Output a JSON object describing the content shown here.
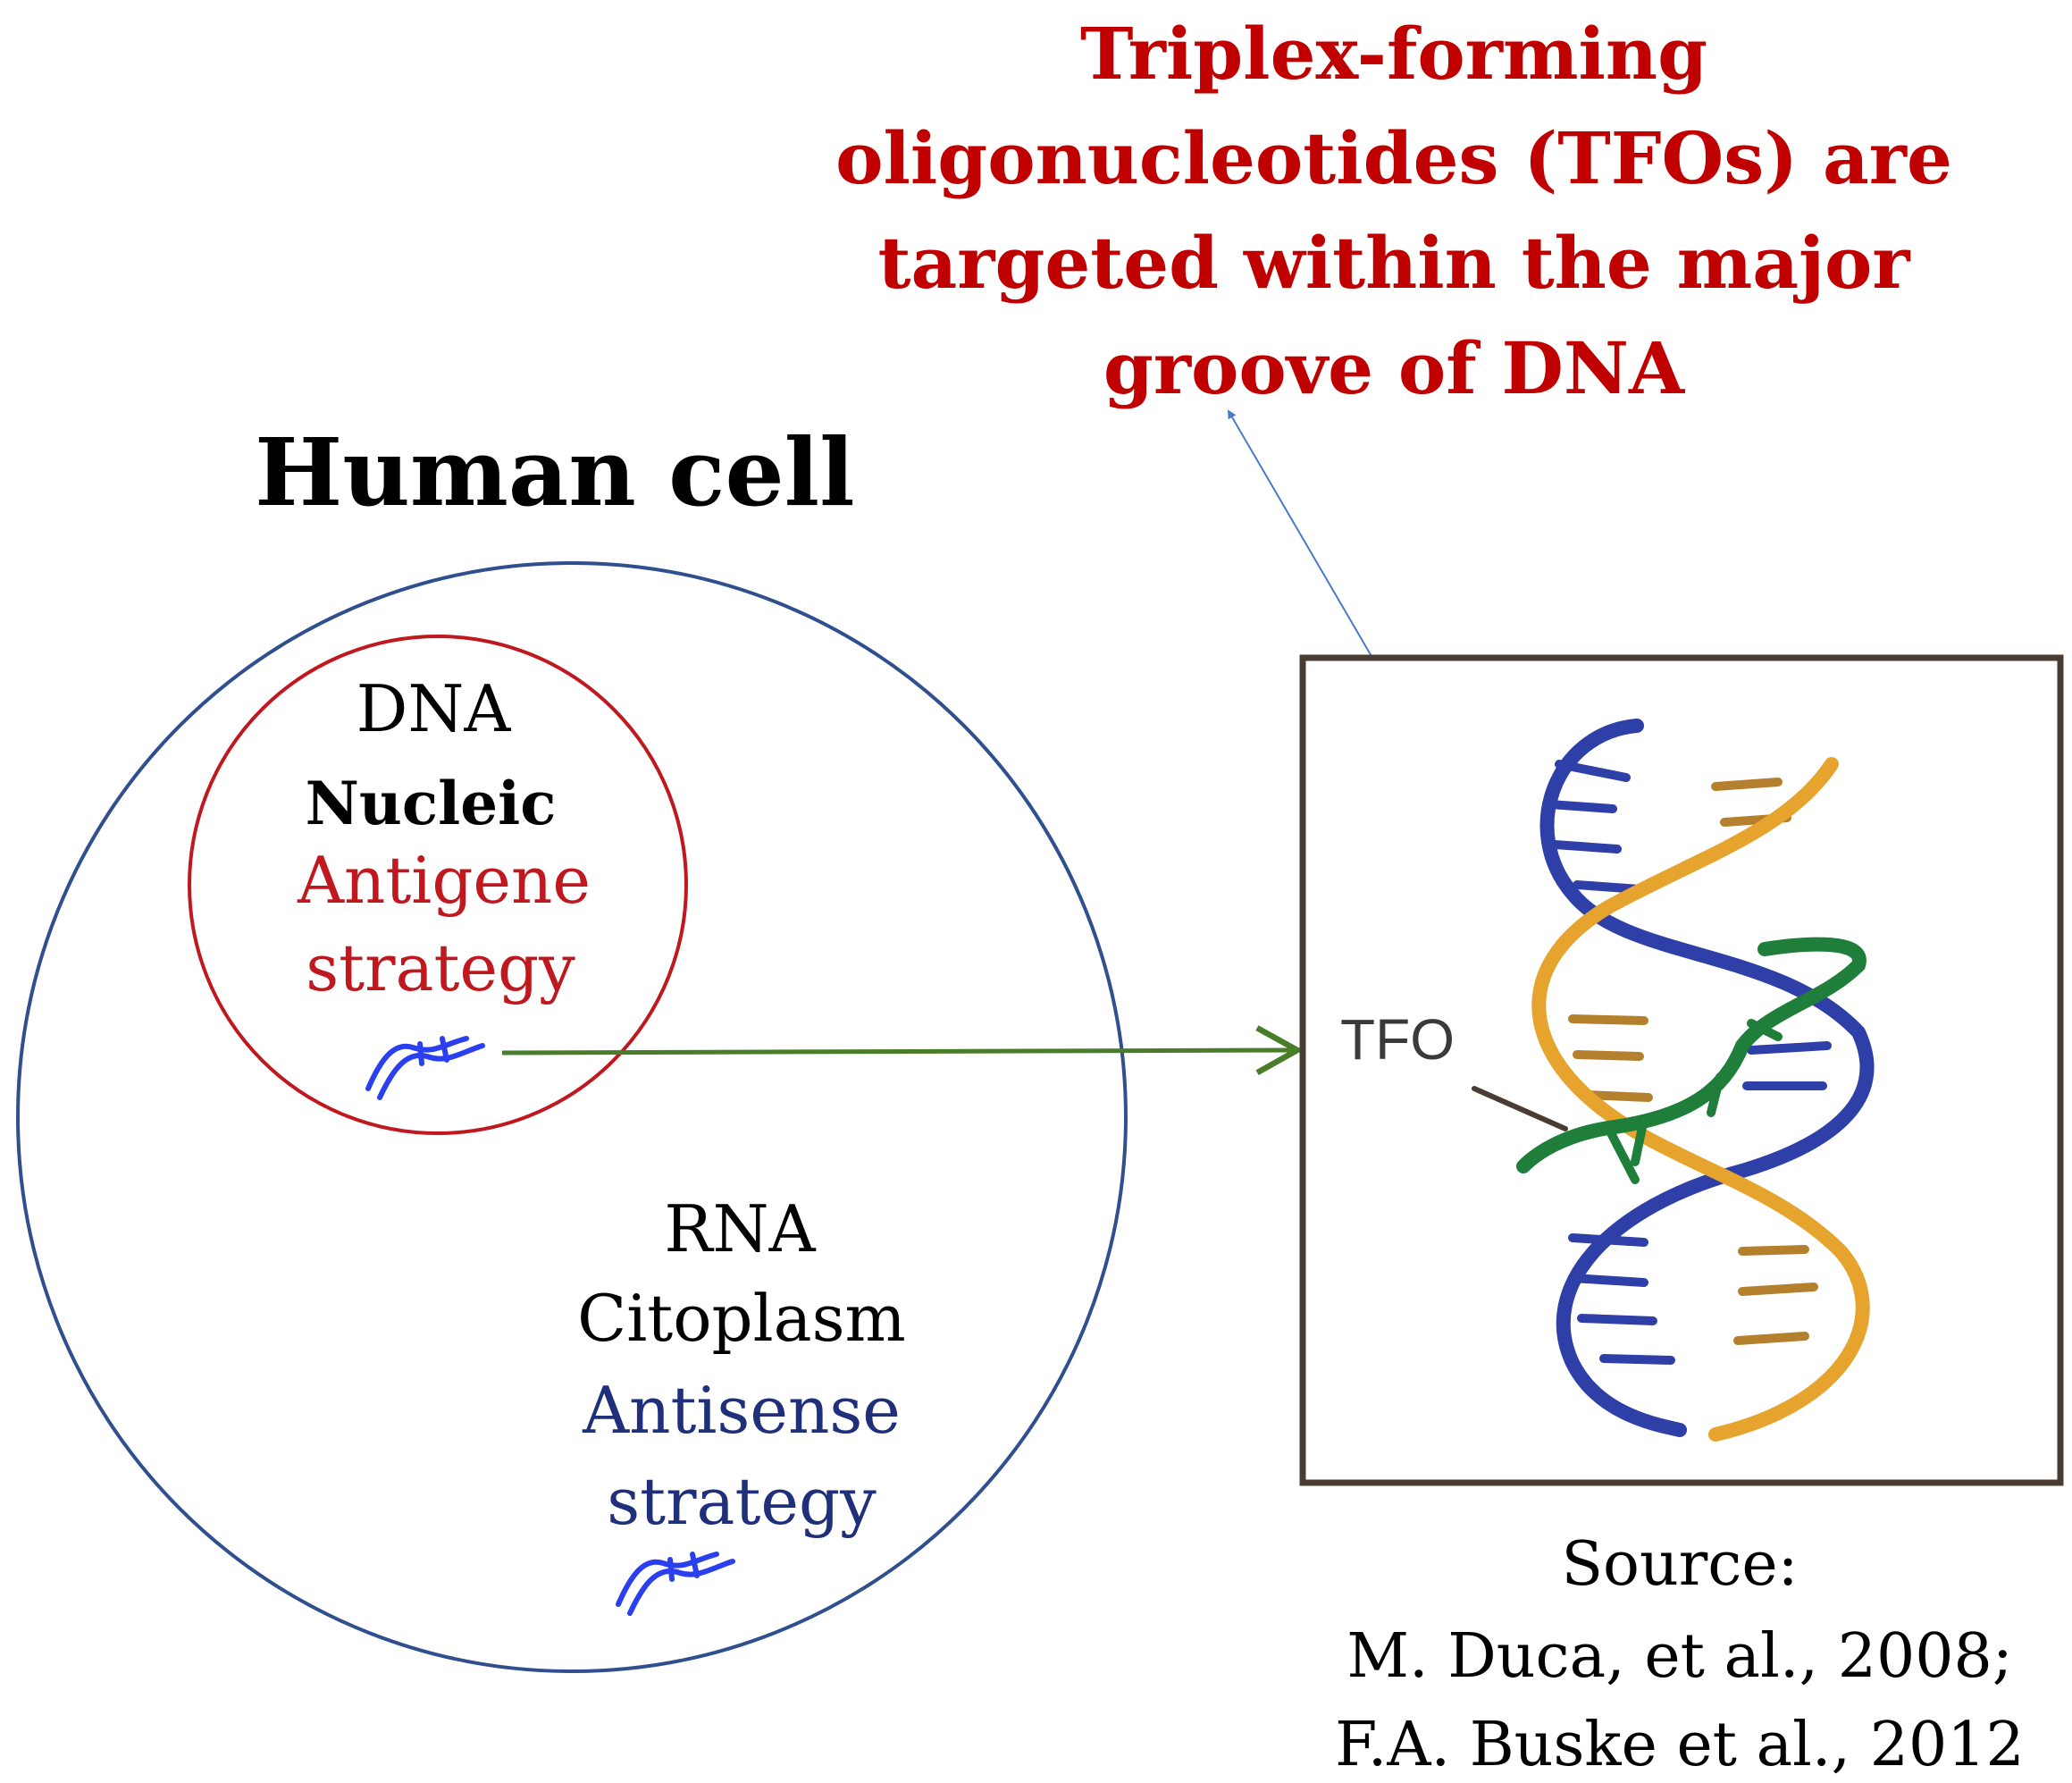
{
  "headline": {
    "lines": [
      "Triplex-forming",
      "oligonucleotides (TFOs) are",
      "targeted within the major",
      "groove of DNA"
    ]
  },
  "cell": {
    "title": "Human cell",
    "nucleus": {
      "molecule": "DNA",
      "compartment": "Nucleic",
      "strategy_line1": "Antigene",
      "strategy_line2": "strategy"
    },
    "cytoplasm": {
      "molecule": "RNA",
      "compartment": "Citoplasm",
      "strategy_line1": "Antisense",
      "strategy_line2": "strategy"
    }
  },
  "inset": {
    "tfo_label": "TFO"
  },
  "source": {
    "heading": "Source:",
    "refs": [
      "M. Duca, et al., 2008;",
      "F.A. Buske et al., 2012"
    ]
  },
  "colors": {
    "headline_red": "#c00000",
    "cell_border": "#2f4f8f",
    "nucleus_border": "#c0181f",
    "antigene_red": "#c0181f",
    "antisense_navy": "#1f2f7a",
    "green_arrow": "#4a7d2a",
    "blue_arrow": "#4a7ac8",
    "inset_border": "#4a3c33",
    "dna_blue": "#2f3fa8",
    "dna_orange": "#e6a42e",
    "tfo_green": "#1f7f3a",
    "icon_blue": "#2a3ff0"
  }
}
